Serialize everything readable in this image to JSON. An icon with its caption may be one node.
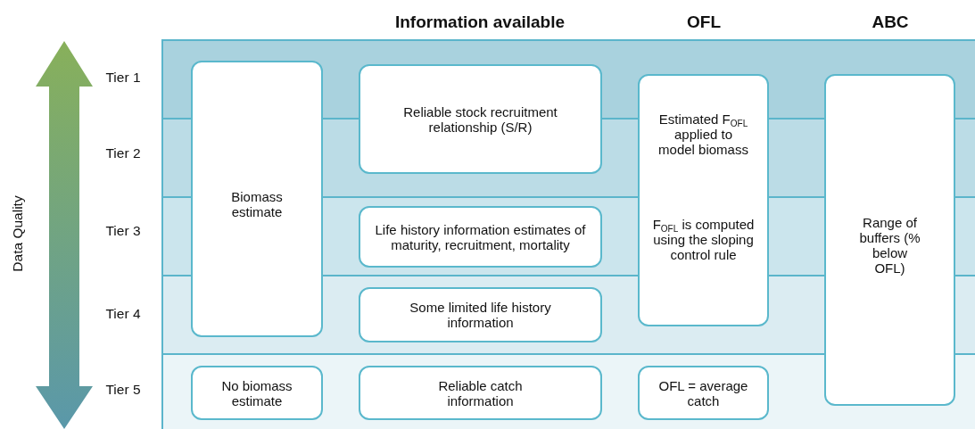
{
  "diagram": {
    "nodes": [
      {
        "text": [
          "Biomass estimate"
        ]
      },
      {
        "text": [
          "Reliable stock recruitment relationship (S/R)"
        ]
      },
      {
        "text": [
          "Estimated F$_{OFL}$ applied to model biomass",
          "F$_{OFL}$ is computed using the sloping control rule"
        ]
      },
      {
        "text": [
          "Range of buffers (% below OFL)"
        ]
      },
      {
        "text": [
          "Life history information estimates of maturity, recruitment, mortality"
        ]
      },
      {
        "text": [
          "Some limited life history information"
        ]
      },
      {
        "text": [
          "No biomass estimate"
        ]
      },
      {
        "text": [
          "Reliable catch information"
        ]
      },
      {
        "text": [
          "OFL = average catch"
        ]
      }
    ],
    "labels": [
      "Information available",
      "OFL",
      "ABC",
      "Tier 1",
      "Tier 2",
      "Tier 3",
      "Tier 4",
      "Tier 5",
      "Data Quality"
    ]
  }
}
